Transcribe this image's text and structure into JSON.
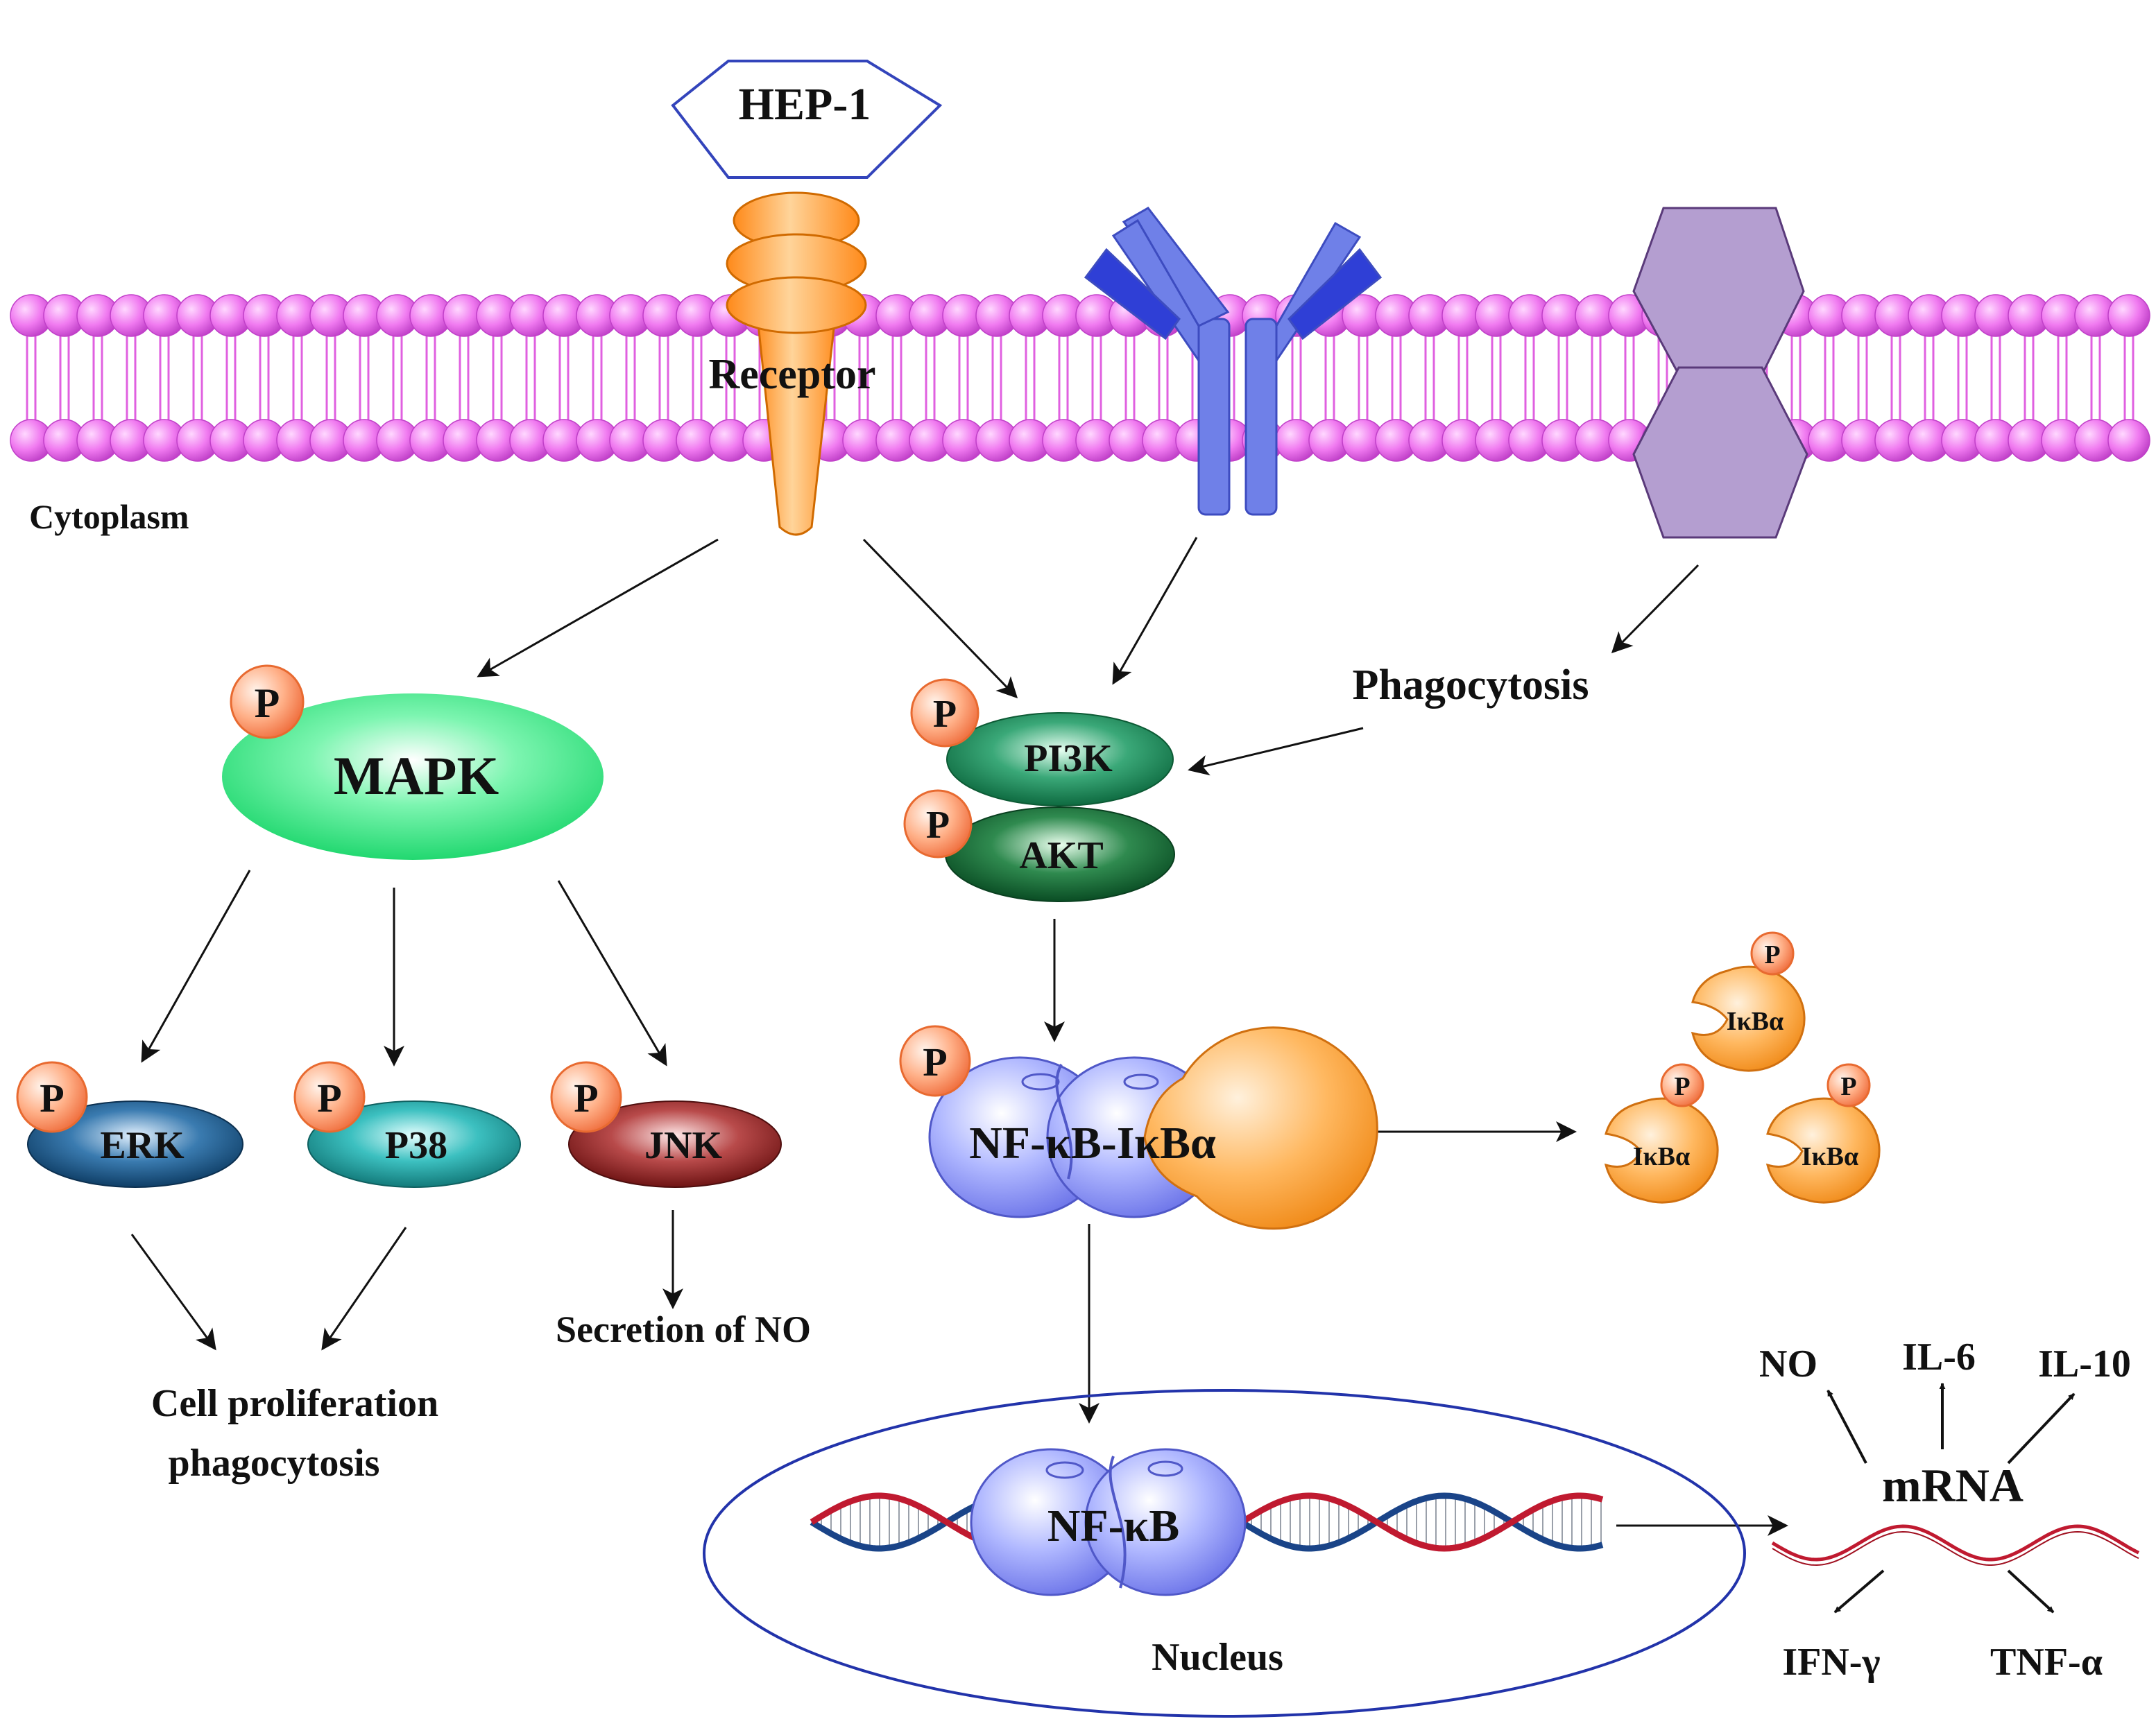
{
  "colors": {
    "lipid_head": "#ee66ee",
    "lipid_tail": "#e060e0",
    "receptor": "#ffa030",
    "antibody": "#6f80e8",
    "channel": "#b49ed0",
    "mapk": "#33ee88",
    "pi3k": "#1a8a5a",
    "akt": "#146d3c",
    "erk": "#1f5f8f",
    "p38": "#27a3a3",
    "jnk": "#9e2a2a",
    "phospho": "#ff9966",
    "nfkb": "#8a90f0",
    "ikba": "#ffa63a",
    "dna_red": "#c01a30",
    "dna_blue": "#1a4488",
    "nucleus_border": "#2233aa",
    "hep_border": "#3344bb",
    "arrow": "#111111"
  },
  "labels": {
    "hep1": "HEP-1",
    "receptor": "Receptor",
    "cytoplasm": "Cytoplasm",
    "phagocytosis": "Phagocytosis",
    "mapk": "MAPK",
    "pi3k": "PI3K",
    "akt": "AKT",
    "erk": "ERK",
    "p38": "P38",
    "jnk": "JNK",
    "phospho": "P",
    "nfkb_ikba": "NF-κB-IκBα",
    "ikba_small": "IκBα",
    "nfkb": "NF-κB",
    "secretion_no": "Secretion of NO",
    "cell_prolif_1": "Cell proliferation",
    "cell_prolif_2": "phagocytosis",
    "nucleus": "Nucleus",
    "mrna": "mRNA",
    "no": "NO",
    "il6": "IL-6",
    "il10": "IL-10",
    "ifng": "IFN-γ",
    "tnfa": "TNF-α"
  }
}
